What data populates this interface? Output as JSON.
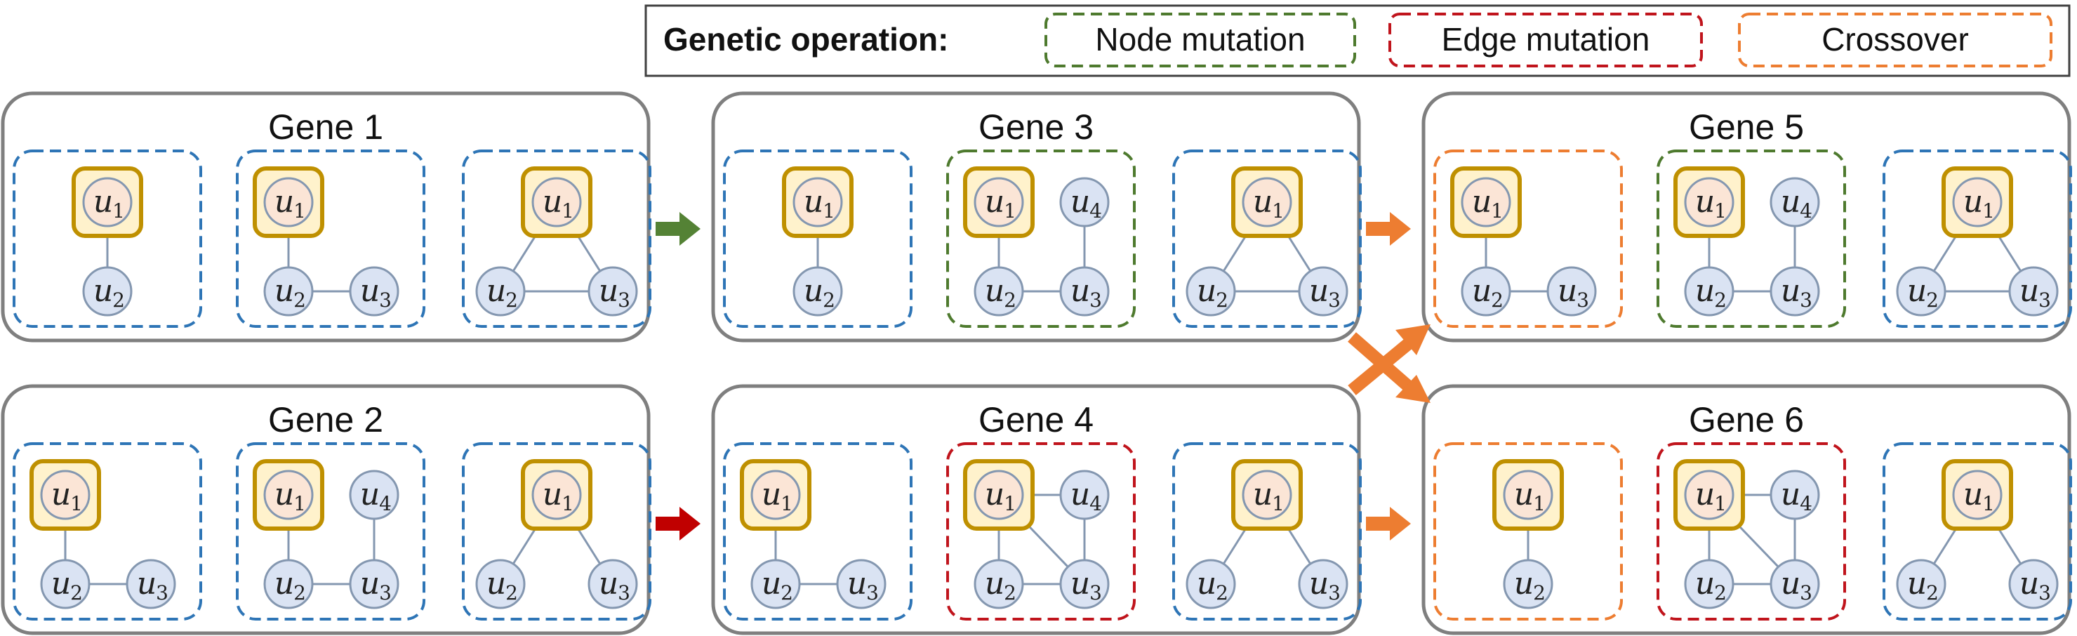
{
  "legend": {
    "label": "Genetic operation:",
    "items": [
      {
        "key": "node",
        "label": "Node mutation",
        "color": "#4e7a2e"
      },
      {
        "key": "edge",
        "label": "Edge mutation",
        "color": "#c0141c"
      },
      {
        "key": "crossover",
        "label": "Crossover",
        "color": "#ed7d31"
      }
    ]
  },
  "colors": {
    "panel_border": "#7f7f7f",
    "default_dash": "#2e75b6",
    "node_fill": "#dae3f3",
    "node_stroke": "#8497b0",
    "anchor_fill": "#fbe5d6",
    "anchor_box_fill": "#fff2cc",
    "anchor_box_stroke": "#bf9000",
    "edge": "#8497b0",
    "arrow_node": "#548235",
    "arrow_edge": "#c00000",
    "arrow_crossover": "#ed7d31"
  },
  "node_labels": {
    "u1": "u",
    "u2": "u",
    "u3": "u",
    "u4": "u"
  },
  "node_subscripts": {
    "u1": "1",
    "u2": "2",
    "u3": "3",
    "u4": "4"
  },
  "genes": [
    {
      "id": "gene1",
      "title": "Gene 1",
      "graphs": [
        {
          "dash": "default",
          "nodes": [
            "u1",
            "u2"
          ],
          "edges": [
            [
              "u1",
              "u2"
            ]
          ]
        },
        {
          "dash": "default",
          "nodes": [
            "u1",
            "u2",
            "u3"
          ],
          "edges": [
            [
              "u1",
              "u2"
            ],
            [
              "u2",
              "u3"
            ]
          ]
        },
        {
          "dash": "default",
          "nodes": [
            "u1",
            "u2",
            "u3"
          ],
          "edges": [
            [
              "u1",
              "u2"
            ],
            [
              "u1",
              "u3"
            ],
            [
              "u2",
              "u3"
            ]
          ]
        }
      ]
    },
    {
      "id": "gene2",
      "title": "Gene 2",
      "graphs": [
        {
          "dash": "default",
          "nodes": [
            "u1",
            "u2",
            "u3"
          ],
          "edges": [
            [
              "u1",
              "u2"
            ],
            [
              "u2",
              "u3"
            ]
          ]
        },
        {
          "dash": "default",
          "nodes": [
            "u1",
            "u4",
            "u2",
            "u3"
          ],
          "edges": [
            [
              "u1",
              "u2"
            ],
            [
              "u2",
              "u3"
            ],
            [
              "u4",
              "u3"
            ]
          ]
        },
        {
          "dash": "default",
          "nodes": [
            "u1",
            "u2",
            "u3"
          ],
          "edges": [
            [
              "u1",
              "u2"
            ],
            [
              "u1",
              "u3"
            ]
          ]
        }
      ]
    },
    {
      "id": "gene3",
      "title": "Gene 3",
      "graphs": [
        {
          "dash": "default",
          "nodes": [
            "u1",
            "u2"
          ],
          "edges": [
            [
              "u1",
              "u2"
            ]
          ]
        },
        {
          "dash": "node",
          "nodes": [
            "u1",
            "u4",
            "u2",
            "u3"
          ],
          "edges": [
            [
              "u1",
              "u2"
            ],
            [
              "u2",
              "u3"
            ],
            [
              "u4",
              "u3"
            ]
          ]
        },
        {
          "dash": "default",
          "nodes": [
            "u1",
            "u2",
            "u3"
          ],
          "edges": [
            [
              "u1",
              "u2"
            ],
            [
              "u1",
              "u3"
            ],
            [
              "u2",
              "u3"
            ]
          ]
        }
      ]
    },
    {
      "id": "gene4",
      "title": "Gene 4",
      "graphs": [
        {
          "dash": "default",
          "nodes": [
            "u1",
            "u2",
            "u3"
          ],
          "edges": [
            [
              "u1",
              "u2"
            ],
            [
              "u2",
              "u3"
            ]
          ]
        },
        {
          "dash": "edge",
          "nodes": [
            "u1",
            "u4",
            "u2",
            "u3"
          ],
          "edges": [
            [
              "u1",
              "u2"
            ],
            [
              "u1",
              "u4"
            ],
            [
              "u1",
              "u3"
            ],
            [
              "u2",
              "u3"
            ],
            [
              "u4",
              "u3"
            ]
          ]
        },
        {
          "dash": "default",
          "nodes": [
            "u1",
            "u2",
            "u3"
          ],
          "edges": [
            [
              "u1",
              "u2"
            ],
            [
              "u1",
              "u3"
            ]
          ]
        }
      ]
    },
    {
      "id": "gene5",
      "title": "Gene 5",
      "graphs": [
        {
          "dash": "crossover",
          "nodes": [
            "u1",
            "u2",
            "u3"
          ],
          "edges": [
            [
              "u1",
              "u2"
            ],
            [
              "u2",
              "u3"
            ]
          ]
        },
        {
          "dash": "node",
          "nodes": [
            "u1",
            "u4",
            "u2",
            "u3"
          ],
          "edges": [
            [
              "u1",
              "u2"
            ],
            [
              "u2",
              "u3"
            ],
            [
              "u4",
              "u3"
            ]
          ]
        },
        {
          "dash": "default",
          "nodes": [
            "u1",
            "u2",
            "u3"
          ],
          "edges": [
            [
              "u1",
              "u2"
            ],
            [
              "u1",
              "u3"
            ],
            [
              "u2",
              "u3"
            ]
          ]
        }
      ]
    },
    {
      "id": "gene6",
      "title": "Gene 6",
      "graphs": [
        {
          "dash": "crossover",
          "nodes": [
            "u1",
            "u2"
          ],
          "edges": [
            [
              "u1",
              "u2"
            ]
          ]
        },
        {
          "dash": "edge",
          "nodes": [
            "u1",
            "u4",
            "u2",
            "u3"
          ],
          "edges": [
            [
              "u1",
              "u2"
            ],
            [
              "u1",
              "u4"
            ],
            [
              "u1",
              "u3"
            ],
            [
              "u2",
              "u3"
            ],
            [
              "u4",
              "u3"
            ]
          ]
        },
        {
          "dash": "default",
          "nodes": [
            "u1",
            "u2",
            "u3"
          ],
          "edges": [
            [
              "u1",
              "u2"
            ],
            [
              "u1",
              "u3"
            ]
          ]
        }
      ]
    }
  ],
  "arrows": [
    {
      "id": "gene1-to-gene3",
      "type": "node"
    },
    {
      "id": "gene2-to-gene4",
      "type": "edge"
    },
    {
      "id": "gene3-to-gene5",
      "type": "crossover"
    },
    {
      "id": "gene4-to-gene6",
      "type": "crossover"
    },
    {
      "id": "gene3-to-gene6",
      "type": "crossover"
    },
    {
      "id": "gene4-to-gene5",
      "type": "crossover"
    }
  ]
}
